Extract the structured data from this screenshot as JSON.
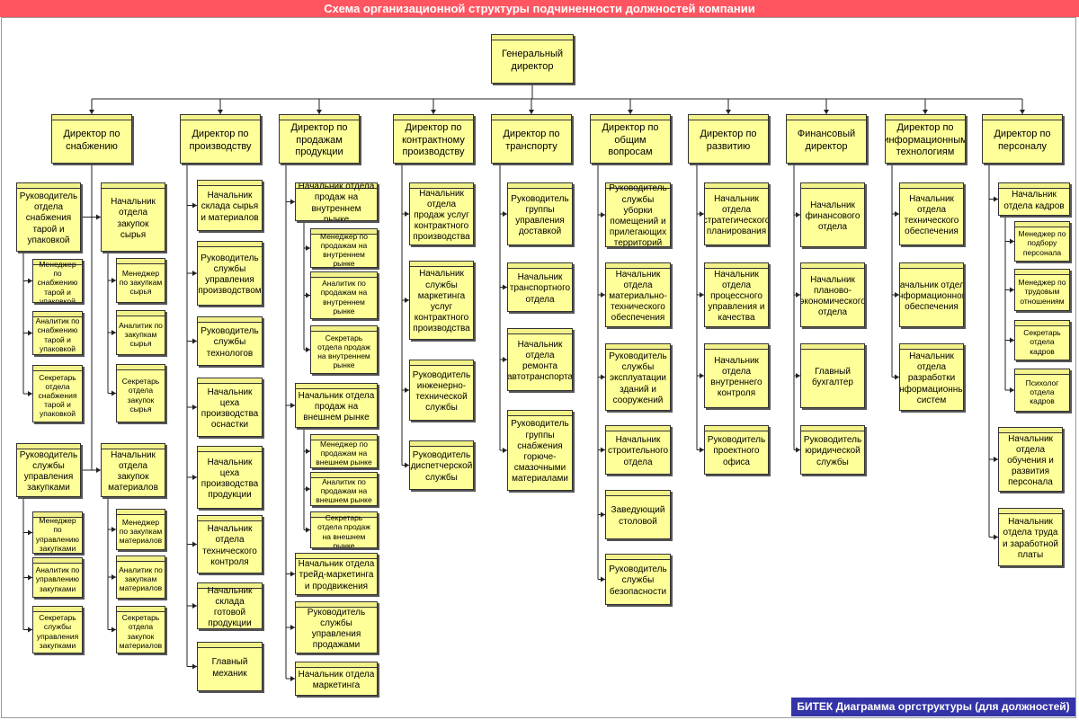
{
  "title": "Схема организационной структуры подчиненности должностей компании",
  "footer_badge": "БИТЕК Диаграмма оргструктуры (для должностей)",
  "ceo": "Генеральный директор",
  "directors": [
    "Директор по снабжению",
    "Директор по производству",
    "Директор по продажам продукции",
    "Директор по контрактному производству",
    "Директор по транспорту",
    "Директор по общим вопросам",
    "Директор по развитию",
    "Финансовый директор",
    "Директор по информационным технологиям",
    "Директор по персоналу"
  ],
  "supply": {
    "head_tara": "Руководитель отдела снабжения тарой и упаковкой",
    "tara_staff": [
      "Менеджер по снабжению тарой и упаковкой",
      "Аналитик по снабжению тарой и упаковкой",
      "Секретарь отдела снабжения тарой и упаковкой"
    ],
    "head_purchase": "Руководитель службы управления закупками",
    "purchase_staff": [
      "Менеджер по управлению закупками",
      "Аналитик по управлению закупками",
      "Секретарь службы управления закупками"
    ],
    "head_raw": "Начальник отдела закупок сырья",
    "raw_staff": [
      "Менеджер по закупкам сырья",
      "Аналитик по закупкам сырья",
      "Секретарь отдела закупок сырья"
    ],
    "head_materials": "Начальник отдела закупок материалов",
    "materials_staff": [
      "Менеджер по закупкам материалов",
      "Аналитик по закупкам материалов",
      "Секретарь отдела закупок материалов"
    ]
  },
  "production": [
    "Начальник склада сырья и материалов",
    "Руководитель службы управления производством",
    "Руководитель службы технологов",
    "Начальник цеха производства оснастки",
    "Начальник цеха производства продукции",
    "Начальник отдела технического контроля",
    "Начальник склада готовой продукции",
    "Главный механик"
  ],
  "sales": {
    "head_internal": "Начальник отдела продаж на внутреннем рынке",
    "internal_staff": [
      "Менеджер по продажам на внутреннем рынке",
      "Аналитик по продажам на внутреннем рынке",
      "Секретарь отдела продаж на внутреннем рынке"
    ],
    "head_external": "Начальник отдела продаж на внешнем рынке",
    "external_staff": [
      "Менеджер по продажам на внешнем рынке",
      "Аналитик по продажам на внешнем рынке",
      "Секретарь отдела продаж на внешнем рынке"
    ],
    "others": [
      "Начальник отдела трейд-маркетинга и продвижения",
      "Руководитель службы управления продажами",
      "Начальник отдела маркетинга"
    ]
  },
  "contract": [
    "Начальник отдела продаж услуг контрактного производства",
    "Начальник службы маркетинга услуг контрактного производства",
    "Руководитель инженерно-технической службы",
    "Руководитель диспетчерской службы"
  ],
  "transport": [
    "Руководитель группы управления доставкой",
    "Начальник транспортного отдела",
    "Начальник отдела ремонта автотранспорта",
    "Руководитель группы снабжения горюче-смазочными материалами"
  ],
  "general": [
    "Руководитель службы уборки помещений и прилегающих территорий",
    "Начальник отдела материально-технического обеспечения",
    "Руководитель службы эксплуатации зданий и сооружений",
    "Начальник строительного отдела",
    "Заведующий столовой",
    "Руководитель службы безопасности"
  ],
  "development": [
    "Начальник отдела стратегического планирования",
    "Начальник отдела процессного управления и качества",
    "Начальник отдела внутреннего контроля",
    "Руководитель проектного офиса"
  ],
  "finance": [
    "Начальник финансового отдела",
    "Начальник планово-экономического отдела",
    "Главный бухгалтер",
    "Руководитель юридической службы"
  ],
  "it": [
    "Начальник отдела технического обеспечения",
    "Начальник отдела информационного обеспечения",
    "Начальник отдела разработки информационных систем"
  ],
  "hr": {
    "head_personnel": "Начальник отдела кадров",
    "personnel_staff": [
      "Менеджер по подбору персонала",
      "Менеджер по трудовым отношениям",
      "Секретарь отдела кадров",
      "Психолог отдела кадров"
    ],
    "others": [
      "Начальник отдела обучения и развития персонала",
      "Начальник отдела труда и заработной платы"
    ]
  }
}
